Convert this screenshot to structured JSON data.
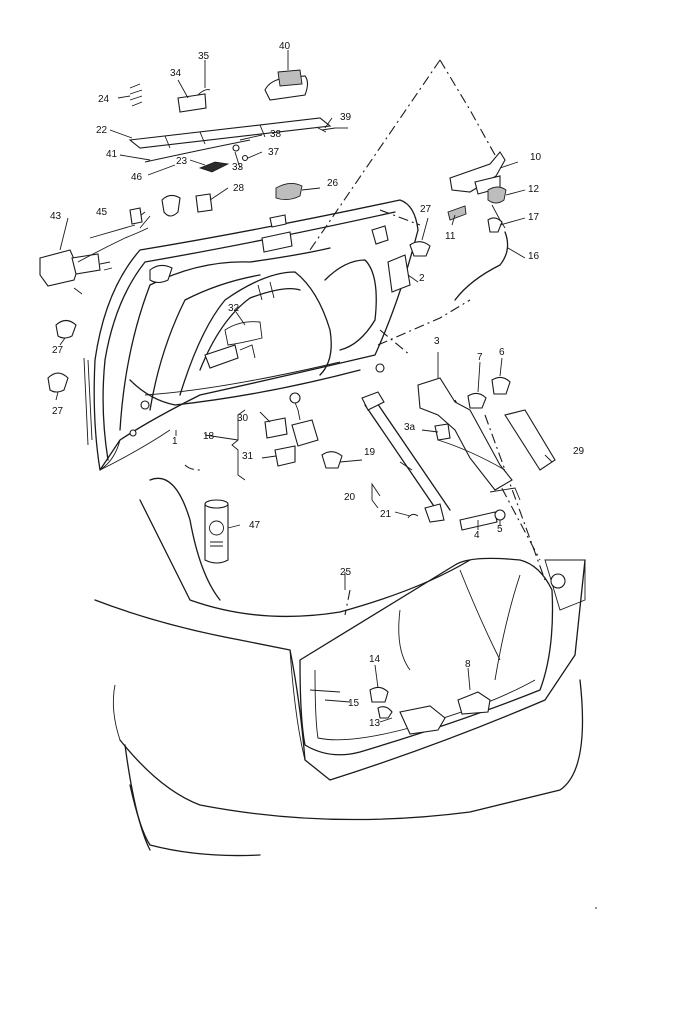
{
  "callouts": {
    "c1": "1",
    "c2": "2",
    "c3": "3",
    "c3a": "3a",
    "c4": "4",
    "c5": "5",
    "c6": "6",
    "c7": "7",
    "c8": "8",
    "c10": "10",
    "c11": "11",
    "c12": "12",
    "c13": "13",
    "c14": "14",
    "c15": "15",
    "c16": "16",
    "c17": "17",
    "c18": "18",
    "c19": "19",
    "c20": "20",
    "c21": "21",
    "c22": "22",
    "c23": "23",
    "c24": "24",
    "c25": "25",
    "c26": "26",
    "c27a": "27",
    "c27b": "27",
    "c27c": "27",
    "c28": "28",
    "c29": "29",
    "c30": "30",
    "c31": "31",
    "c32": "32",
    "c33": "33",
    "c34": "34",
    "c35": "35",
    "c37": "37",
    "c38": "38",
    "c39": "39",
    "c40": "40",
    "c41": "41",
    "c43": "43",
    "c45": "45",
    "c46": "46",
    "c47": "47"
  },
  "colors": {
    "line": "#1a1a1a",
    "background": "#ffffff"
  }
}
